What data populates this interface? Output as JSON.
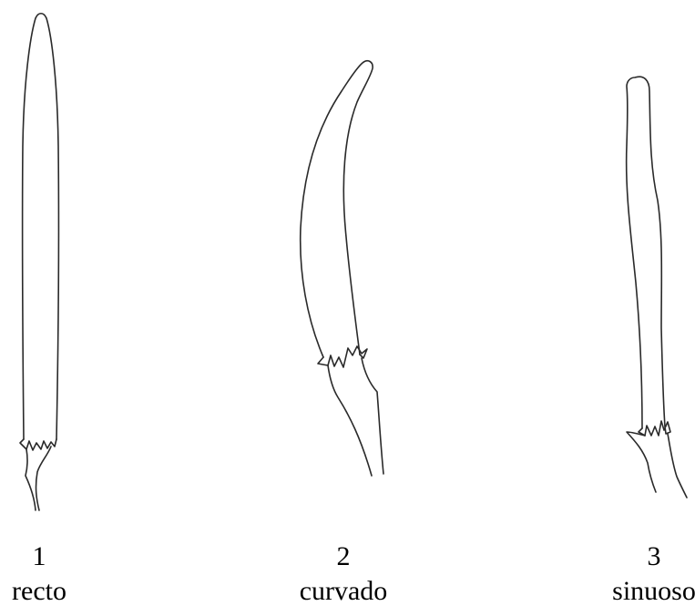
{
  "figures": [
    {
      "number": "1",
      "label": "recto"
    },
    {
      "number": "2",
      "label": "curvado"
    },
    {
      "number": "3",
      "label": "sinuoso"
    }
  ]
}
